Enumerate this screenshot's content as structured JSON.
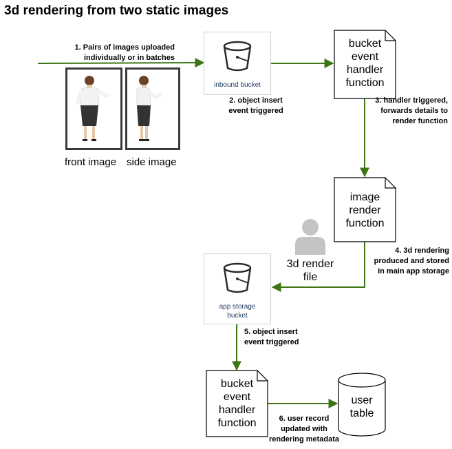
{
  "title": "3d rendering from two static images",
  "images": {
    "front_label": "front image",
    "side_label": "side image"
  },
  "nodes": {
    "inbound_bucket": [
      "inbound bucket"
    ],
    "bucket_handler_1": [
      "bucket",
      "event",
      "handler",
      "function"
    ],
    "image_render": [
      "image",
      "render",
      "function"
    ],
    "render_file": [
      "3d render",
      "file"
    ],
    "app_storage_bucket": [
      "app storage",
      "bucket"
    ],
    "bucket_handler_2": [
      "bucket",
      "event",
      "handler",
      "function"
    ],
    "user_table": [
      "user",
      "table"
    ]
  },
  "steps": {
    "s1": [
      "1. Pairs of images uploaded",
      "individually or in batches"
    ],
    "s2": [
      "2. object insert",
      "event triggered"
    ],
    "s3": [
      "3. handler triggered,",
      "forwards details to",
      "render function"
    ],
    "s4": [
      "4. 3d rendering",
      "produced and stored",
      "in main app storage"
    ],
    "s5": [
      "5. object insert",
      "event triggered"
    ],
    "s6": [
      "6. user record",
      "updated with",
      "rendering metadata"
    ]
  },
  "colors": {
    "arrow": "#3b7514",
    "bucket_icon": "#2b2b2b",
    "card_text": "#1f3a5f",
    "person_icon": "#c4c4c4"
  }
}
